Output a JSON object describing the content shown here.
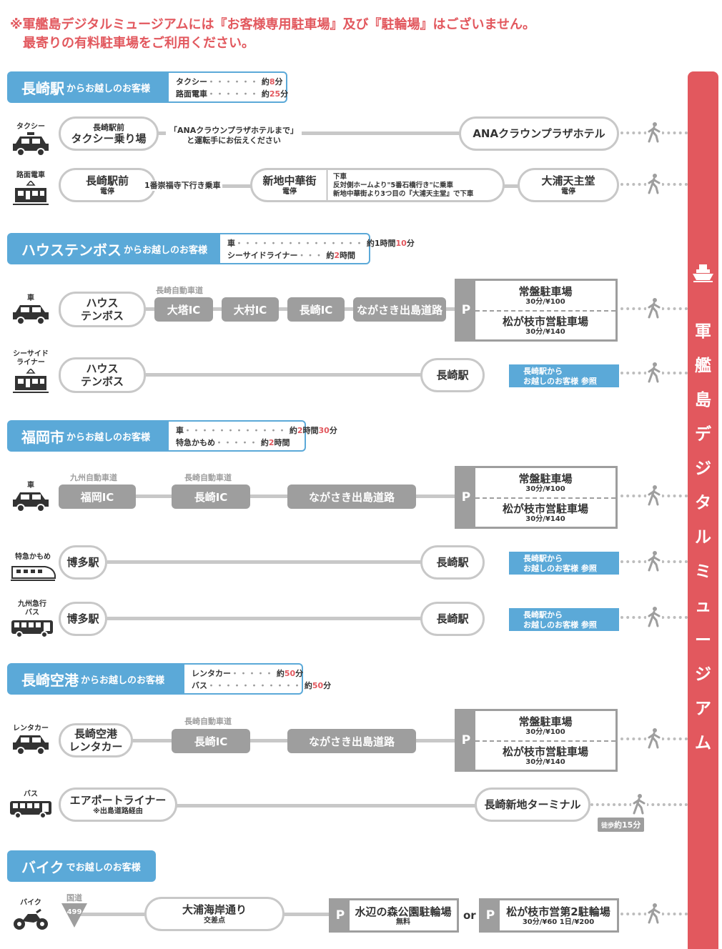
{
  "notice": {
    "line1": "※軍艦島デジタルミュージアムには『お客様専用駐車場』及び『駐輪場』はございません。",
    "line2": "最寄りの有料駐車場をご利用ください。"
  },
  "museum": {
    "title": "軍艦島デジタルミュージアム",
    "icon": "ship-icon",
    "color": "#e2585e"
  },
  "colors": {
    "accent": "#5ba9d8",
    "red": "#e2585e",
    "gray": "#9e9e9e"
  },
  "sections": {
    "nagasaki": {
      "title": "長崎駅",
      "suffix": "からお越しのお客様",
      "info": [
        {
          "label": "タクシー",
          "dots": "・・・・・・",
          "pre": "約",
          "num": "8",
          "unit": "分"
        },
        {
          "label": "路面電車",
          "dots": "・・・・・・",
          "pre": "約",
          "num": "25",
          "unit": "分"
        }
      ],
      "taxi": {
        "icon_label": "タクシー",
        "from_top": "長崎駅前",
        "from_main": "タクシー乗り場",
        "note1": "「ANAクラウンプラザホテルまで」",
        "note2": "と運転手にお伝えください",
        "to": "ANAクラウンプラザホテル"
      },
      "tram": {
        "icon_label": "路面電車",
        "from_main": "長崎駅前",
        "from_sub": "電停",
        "note": "1番崇福寺下行き乗車",
        "mid_main": "新地中華街",
        "mid_sub": "電停",
        "mid_note1": "下車",
        "mid_note2": "反対側ホームより\"5番石橋行き\"に乗車",
        "mid_note3": "新地中華街より3つ目の『大浦天主堂』で下車",
        "to_main": "大浦天主堂",
        "to_sub": "電停"
      }
    },
    "huis": {
      "title": "ハウステンボス",
      "suffix": "からお越しのお客様",
      "info": [
        {
          "label": "車",
          "dots": "・・・・・・・・・・・・・・・",
          "pre": "約",
          "num": "1",
          "unit": "時間",
          "num2": "10",
          "unit2": "分"
        },
        {
          "label": "シーサイドライナー",
          "dots": "・・・",
          "pre": "約",
          "num": "2",
          "unit": "時間"
        }
      ],
      "car": {
        "icon_label": "車",
        "from": "ハウス\nテンボス",
        "from1": "ハウス",
        "from2": "テンボス",
        "road_label": "長崎自動車道",
        "ic": [
          "大塔IC",
          "大村IC",
          "長崎IC",
          "ながさき出島道路"
        ]
      },
      "liner": {
        "icon_label1": "シーサイド",
        "icon_label2": "ライナー",
        "from1": "ハウス",
        "from2": "テンボス",
        "to": "長崎駅",
        "ref1": "長崎駅から",
        "ref2": "お越しのお客様 参照"
      }
    },
    "fukuoka": {
      "title": "福岡市",
      "suffix": "からお越しのお客様",
      "info": [
        {
          "label": "車",
          "dots": "・・・・・・・・・・・・",
          "pre": "約",
          "num": "2",
          "unit": "時間",
          "num2": "30",
          "unit2": "分"
        },
        {
          "label": "特急かもめ",
          "dots": "・・・・・",
          "pre": "約",
          "num": "2",
          "unit": "時間"
        }
      ],
      "car": {
        "icon_label": "車",
        "road1": "九州自動車道",
        "road2": "長崎自動車道",
        "ic": [
          "福岡IC",
          "長崎IC",
          "ながさき出島道路"
        ]
      },
      "kamome": {
        "icon_label": "特急かもめ",
        "from": "博多駅",
        "to": "長崎駅",
        "ref1": "長崎駅から",
        "ref2": "お越しのお客様 参照"
      },
      "bus": {
        "icon_label1": "九州急行",
        "icon_label2": "バス",
        "from": "博多駅",
        "to": "長崎駅",
        "ref1": "長崎駅から",
        "ref2": "お越しのお客様 参照"
      }
    },
    "airport": {
      "title": "長崎空港",
      "suffix": "からお越しのお客様",
      "info": [
        {
          "label": "レンタカー",
          "dots": "・・・・・",
          "pre": "約",
          "num": "50",
          "unit": "分"
        },
        {
          "label": "バス",
          "dots": "・・・・・・・・・・・",
          "pre": "約",
          "num": "50",
          "unit": "分"
        }
      ],
      "rental": {
        "icon_label": "レンタカー",
        "from1": "長崎空港",
        "from2": "レンタカー",
        "road_label": "長崎自動車道",
        "ic": [
          "長崎IC",
          "ながさき出島道路"
        ]
      },
      "bus": {
        "icon_label": "バス",
        "from_main": "エアポートライナー",
        "from_sub": "※出島道路経由",
        "to": "長崎新地ターミナル",
        "walk_pre": "徒歩",
        "walk": "約15分"
      }
    },
    "bike": {
      "title": "バイク",
      "suffix": "でお越しのお客様",
      "icon_label": "バイク",
      "route_label": "国道",
      "route_num": "499",
      "node_main": "大浦海岸通り",
      "node_sub": "交差点",
      "p1_main": "水辺の森公園駐輪場",
      "p1_sub": "無料",
      "or": "or",
      "p2_main": "松が枝市営第2駐輪場",
      "p2_sub": "30分/¥60 1日/¥200"
    }
  },
  "parking": {
    "p": "P",
    "a_main": "常盤駐車場",
    "a_sub": "30分/¥100",
    "b_main": "松が枝市営駐車場",
    "b_sub": "30分/¥140"
  }
}
